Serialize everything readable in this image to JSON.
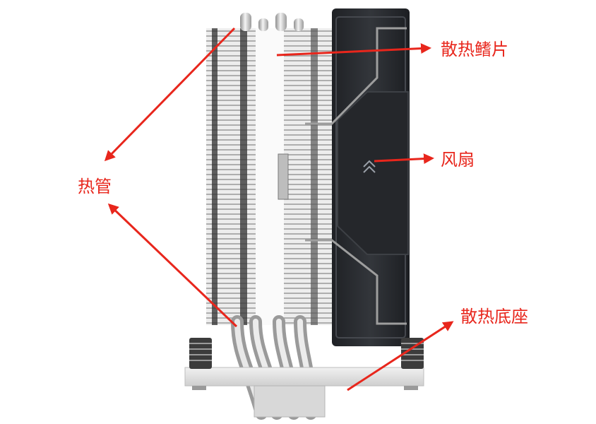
{
  "labels": {
    "fins": "散热鳍片",
    "fan": "风扇",
    "heatpipe": "热管",
    "base": "散热底座"
  },
  "colors": {
    "annotation": "#e8261c",
    "fin_light": "#f2f2f2",
    "fin_shadow": "#8a8a8a",
    "fan_body": "#2a2c30",
    "heatpipe": "#c9c9c9",
    "base": "#e6e6e6"
  },
  "icons": {
    "fan_logo": "chevron-logo-icon",
    "spring_screws": "spring-screw-icon"
  }
}
